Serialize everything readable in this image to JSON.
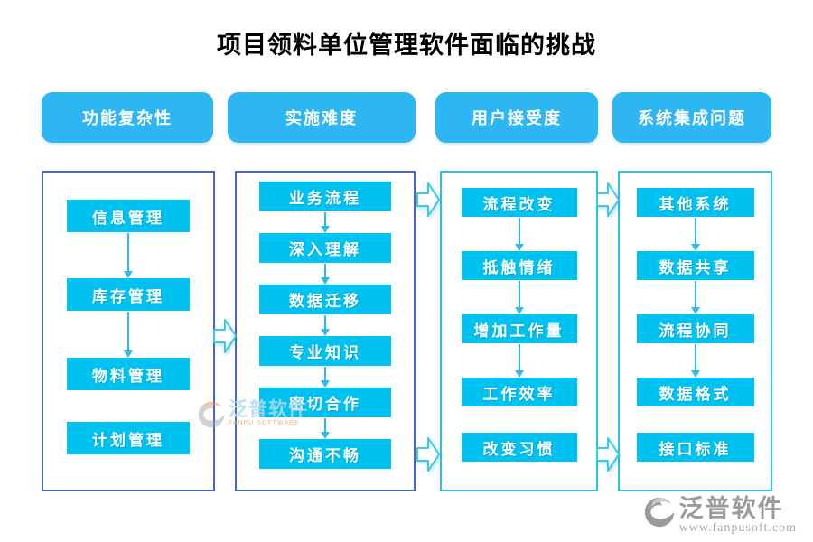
{
  "title": "项目领料单位管理软件面临的挑战",
  "colors": {
    "header_bg": "#2db6f2",
    "node_bg": "#00c2f0",
    "column_border_blue": "#4468c2",
    "column_border_cyan": "#28c2e2",
    "connector_arrow": "#2fb9ea",
    "flow_arrow_stroke": "#3cc9e8",
    "title_color": "#000000",
    "logo_gray": "#9b9b9b",
    "watermark_orange": "#f08c3c"
  },
  "columns": [
    {
      "header": "功能复杂性",
      "boxes": [
        "信息管理",
        "库存管理",
        "物料管理",
        "计划管理"
      ]
    },
    {
      "header": "实施难度",
      "boxes": [
        "业务流程",
        "深入理解",
        "数据迁移",
        "专业知识",
        "密切合作",
        "沟通不畅"
      ]
    },
    {
      "header": "用户接受度",
      "boxes": [
        "流程改变",
        "抵触情绪",
        "增加工作量",
        "工作效率",
        "改变习惯"
      ]
    },
    {
      "header": "系统集成问题",
      "boxes": [
        "其他系统",
        "数据共享",
        "流程协同",
        "数据格式",
        "接口标准"
      ]
    }
  ],
  "watermark": {
    "text": "泛普软件",
    "subtext": "FANPU SOFTWARE"
  },
  "footer_logo": {
    "name": "泛普软件",
    "url": "www.fanpusoft.com"
  }
}
